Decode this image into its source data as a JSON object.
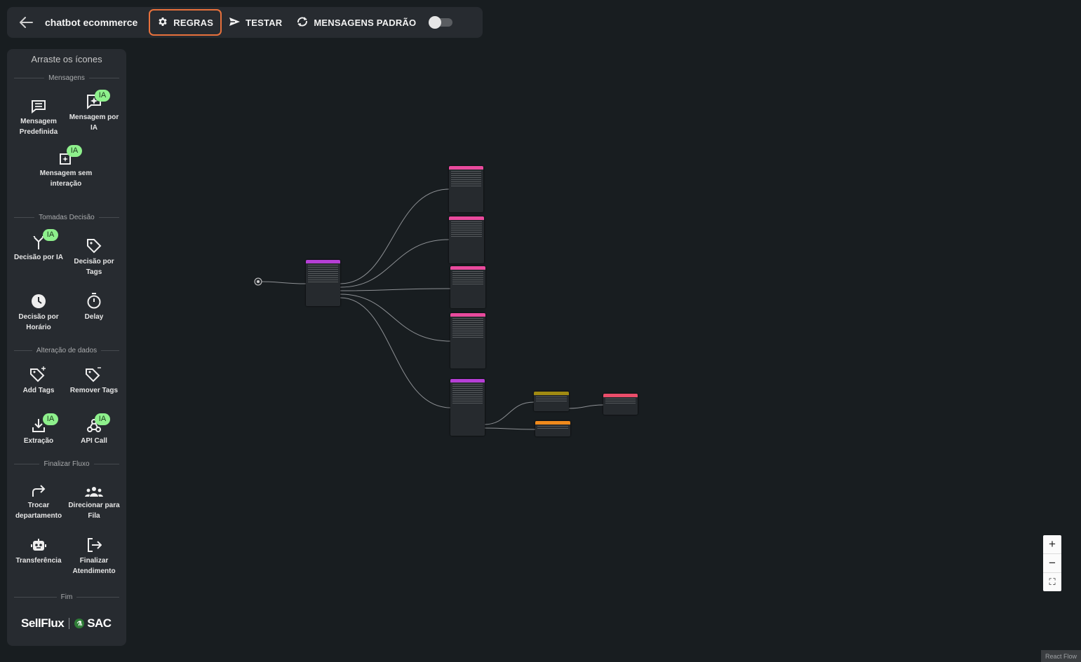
{
  "toolbar": {
    "back_icon": "arrow-left-icon",
    "title": "chatbot ecommerce",
    "rules_label": "REGRAS",
    "test_label": "TESTAR",
    "default_messages_label": "MENSAGENS PADRÃO",
    "toggle_on": false,
    "active_color": "#e8713c"
  },
  "sidebar": {
    "heading": "Arraste os ícones",
    "sections": {
      "mensagens": "Mensagens",
      "decisao": "Tomadas Decisão",
      "alteracao": "Alteração de dados",
      "finalizar": "Finalizar Fluxo",
      "fim": "Fim"
    },
    "items": {
      "mensagem_predefinida": "Mensagem Predefinida",
      "mensagem_ia": "Mensagem por IA",
      "mensagem_sem_interacao": "Mensagem sem interação",
      "decisao_ia": "Decisão por IA",
      "decisao_tags": "Decisão por Tags",
      "decisao_horario": "Decisão por Horário",
      "delay": "Delay",
      "add_tags": "Add Tags",
      "remover_tags": "Remover Tags",
      "extracao": "Extração",
      "api_call": "API Call",
      "trocar_departamento": "Trocar departamento",
      "direcionar_fila": "Direcionar para Fila",
      "transferencia": "Transferência",
      "finalizar_atendimento": "Finalizar Atendimento"
    },
    "ia_badge": "IA",
    "brand_left": "SellFlux",
    "brand_right": "SAC"
  },
  "canvas": {
    "colors": {
      "pink": "#e94a9d",
      "purple": "#b63fd6",
      "olive": "#a08a12",
      "orange": "#f08a1c",
      "red": "#ea4d6a",
      "edge": "#8d9094"
    }
  },
  "zoom_controls": {
    "zoom_in": "+",
    "zoom_out": "−",
    "fit": "⛶"
  },
  "attribution": "React Flow"
}
